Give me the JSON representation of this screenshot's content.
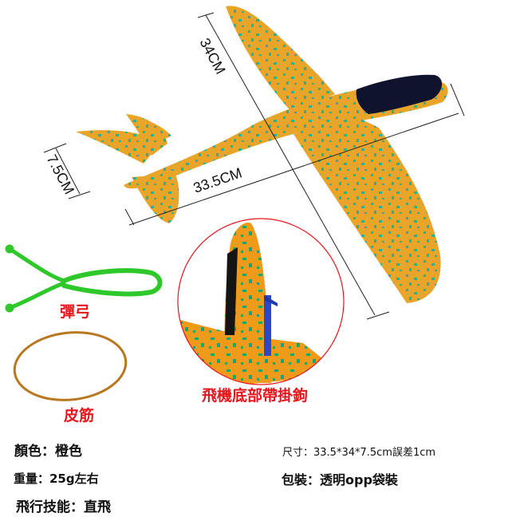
{
  "product": {
    "name": "foam glider plane",
    "colors": {
      "foam": "#e8a52a",
      "speckle": "#1fb596",
      "canopy": "#10132e",
      "launcher": "#2ec82a",
      "rubber_band": "#b9771f",
      "hook": "#2b48c9",
      "callout_circle": "#e8141c",
      "label_red": "#e8141c"
    }
  },
  "dimensions": {
    "wingspan": "34CM",
    "length": "33.5CM",
    "height": "7.5CM"
  },
  "accessories": {
    "launcher_label": "彈弓",
    "rubber_band_label": "皮筋"
  },
  "callout": {
    "label": "飛機底部帶掛鉤"
  },
  "specs": {
    "color": "顏色：橙色",
    "weight": "重量：25g左右",
    "flight": "飛行技能：直飛",
    "size": "尺寸：33.5*34*7.5cm誤差1cm",
    "packaging": "包裝：透明opp袋裝"
  }
}
